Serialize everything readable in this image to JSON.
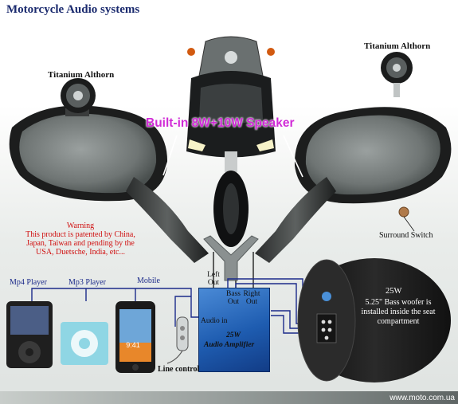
{
  "title": "Motorcycle Audio systems",
  "horn_left_label": "Titanium Althorn",
  "horn_right_label": "Titanium Althorn",
  "speaker_label": "Built-in 8W+10W Speaker",
  "warning_lines": [
    "Warning",
    "This product is patented by China,",
    "Japan, Taiwan and pending by the",
    "USA, Duetsche, India, etc..."
  ],
  "surround_label": "Surround Switch",
  "sources": {
    "mp4": "Mp4 Player",
    "mp3": "Mp3 Player",
    "mobile": "Mobile"
  },
  "line_control_label": "Line control",
  "amplifier": {
    "left_out": "Left Out",
    "bass_out": "Bass Out",
    "right_out": "Right Out",
    "audio_in": "Audio in",
    "watt": "25W",
    "name": "Audio Amplifier"
  },
  "woofer": {
    "watt": "25W",
    "description": "5.25\" Bass woofer is installed inside the seat compartment"
  },
  "phone_time": "9:41",
  "footer_url": "www.moto.com.ua",
  "colors": {
    "title": "#1a2a6e",
    "speaker_label": "#d02ad6",
    "warning": "#d01010",
    "wires": "#1b2a8a",
    "amplifier": "#1e5cb0"
  }
}
